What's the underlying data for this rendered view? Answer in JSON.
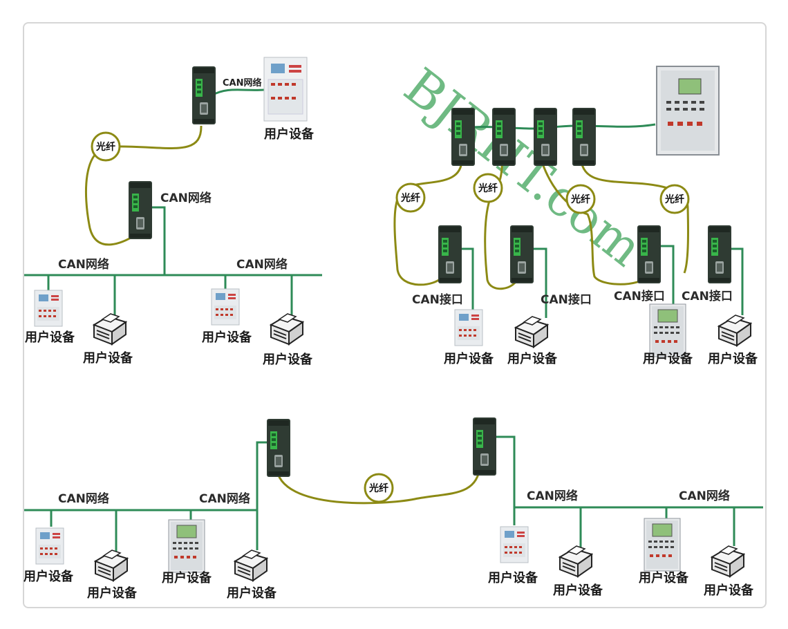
{
  "labels": {
    "can_network": "CAN网络",
    "can_network_small": "CAN网络",
    "can_interface": "CAN接口",
    "fiber": "光纤",
    "user_device": "用户设备"
  },
  "watermark": "BJRHT.com",
  "colors": {
    "can_line": "#2e8b57",
    "fiber_line": "#8c8a14",
    "converter_body": "#2f3b33",
    "terminal_green": "#39b54a"
  },
  "icons": {
    "converter": "can-fiber-converter-icon",
    "panel": "control-panel-icon",
    "printer": "printer-icon"
  }
}
